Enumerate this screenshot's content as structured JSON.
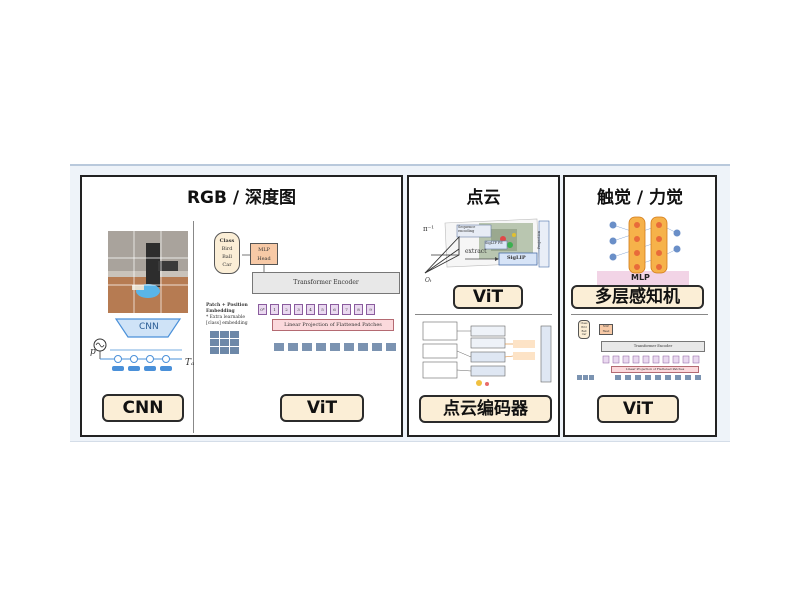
{
  "panels": {
    "rgb": {
      "title": "RGB / 深度图",
      "cnn_label": "CNN",
      "vit_label": "ViT",
      "cnn_block": "CNN",
      "cnn_symbols": {
        "p": "p",
        "tau": "Tₐ"
      },
      "vit_fig": {
        "class_box": [
          "Class",
          "Bird",
          "Ball",
          "Car"
        ],
        "mlp_head": [
          "MLP",
          "Head"
        ],
        "encoder": "Transformer Encoder",
        "patch_label": [
          "Patch + Position",
          "Embedding",
          "* Extra learnable",
          "[class] embedding"
        ],
        "projection": "Linear Projection of Flattened Patches",
        "tokens": [
          "0*",
          "1",
          "2",
          "3",
          "4",
          "5",
          "6",
          "7",
          "8",
          "9"
        ]
      }
    },
    "pointcloud": {
      "title": "点云",
      "vit_label": "ViT",
      "encoder_label": "点云编码器",
      "fig_texts": {
        "pi": "π⁻¹",
        "seq": "Sequence encoding",
        "siglip_pe": "SigLIP PE",
        "extract": "extract",
        "siglip": "SigLIP",
        "projection": "Projection",
        "ot": "Oₜ"
      }
    },
    "tactile": {
      "title": "触觉 / 力觉",
      "mlp_label": "多层感知机",
      "vit_label": "ViT",
      "mlp_text": "MLP",
      "vit_fig": {
        "class_box": [
          "Class",
          "Bird",
          "Ball",
          "Car"
        ],
        "mlp_head": [
          "MLP",
          "Head"
        ],
        "encoder": "Transformer Encoder",
        "projection": "Linear Projection of Flattened Patches"
      }
    }
  },
  "colors": {
    "label_fill": "#fbeed6",
    "accent_blue": "#4a90d9",
    "mlp_orange": "#f2a93b"
  }
}
